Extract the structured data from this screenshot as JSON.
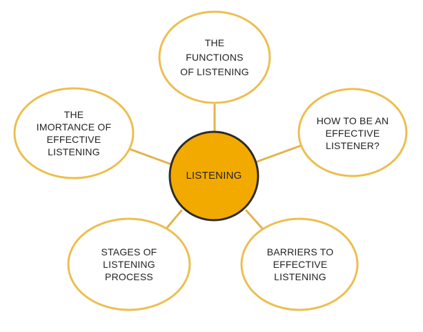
{
  "diagram": {
    "center": {
      "lines": [
        "LISTENING"
      ]
    },
    "nodes": [
      {
        "id": "functions",
        "lines": [
          "THE",
          "FUNCTIONS",
          "OF LISTENING"
        ]
      },
      {
        "id": "importance",
        "lines": [
          "THE",
          "IMORTANCE OF",
          "EFFECTIVE",
          "LISTENING"
        ]
      },
      {
        "id": "how-to",
        "lines": [
          "HOW TO BE AN",
          "EFFECTIVE",
          "LISTENER?"
        ]
      },
      {
        "id": "stages",
        "lines": [
          "STAGES OF",
          "LISTENING",
          "PROCESS"
        ]
      },
      {
        "id": "barriers",
        "lines": [
          "BARRIERS TO",
          "EFFECTIVE",
          "LISTENING"
        ]
      }
    ],
    "colors": {
      "center_fill": "#F2AA00",
      "center_stroke": "#2B2B2B",
      "node_fill": "#FFFFFF",
      "node_stroke": "#EDBE4E",
      "connector": "#E3B24C",
      "text": "#222222"
    }
  }
}
